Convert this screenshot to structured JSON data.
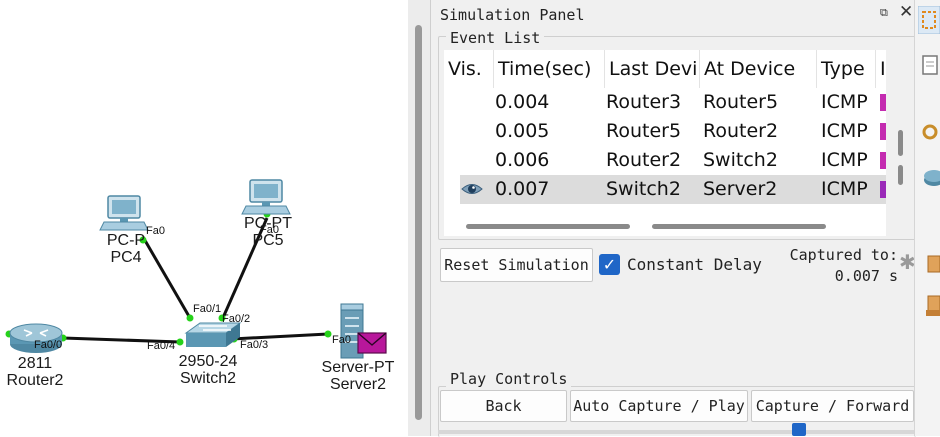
{
  "topology": {
    "devices": [
      {
        "id": "router2",
        "model": "2811",
        "name": "Router2"
      },
      {
        "id": "switch2",
        "model": "2950-24",
        "name": "Switch2"
      },
      {
        "id": "pc4",
        "model": "PC-P",
        "name": "PC4"
      },
      {
        "id": "pc5",
        "model": "PC-PT",
        "name": "PC5"
      },
      {
        "id": "server2",
        "model": "Server-PT",
        "name": "Server2"
      }
    ],
    "ports": {
      "router2_fa00": "Fa0/0",
      "switch2_fa04": "Fa0/4",
      "switch2_fa01": "Fa0/1",
      "switch2_fa02": "Fa0/2",
      "switch2_fa03": "Fa0/3",
      "pc4_fa0": "Fa0",
      "pc5_fa0": "Fa0",
      "server2_fa0": "Fa0"
    },
    "envelope_color": "#b8179b"
  },
  "panel": {
    "title": "Simulation Panel",
    "float_icon": "⧉",
    "close_icon": "✕",
    "event_list": {
      "legend": "Event List",
      "columns": [
        "Vis.",
        "Time(sec)",
        "Last Devi",
        "At Device",
        "Type",
        "I"
      ],
      "rows": [
        {
          "vis": "",
          "time": "0.004",
          "last": "Router3",
          "at": "Router5",
          "type": "ICMP",
          "color": "#c42bb0"
        },
        {
          "vis": "",
          "time": "0.005",
          "last": "Router5",
          "at": "Router2",
          "type": "ICMP",
          "color": "#c42bb0"
        },
        {
          "vis": "",
          "time": "0.006",
          "last": "Router2",
          "at": "Switch2",
          "type": "ICMP",
          "color": "#c42bb0"
        },
        {
          "vis": "eye-icon",
          "time": "0.007",
          "last": "Switch2",
          "at": "Server2",
          "type": "ICMP",
          "color": "#9a2ab8"
        }
      ]
    },
    "reset_label": "Reset Simulation",
    "constant_delay_label": "Constant Delay",
    "constant_delay_checked": true,
    "captured_label": "Captured to:",
    "captured_value": "0.007 s",
    "play_controls": {
      "legend": "Play Controls",
      "back_label": "Back",
      "auto_label": "Auto Capture / Play",
      "forward_label": "Capture / Forward"
    },
    "accent_color": "#1f66c7"
  }
}
